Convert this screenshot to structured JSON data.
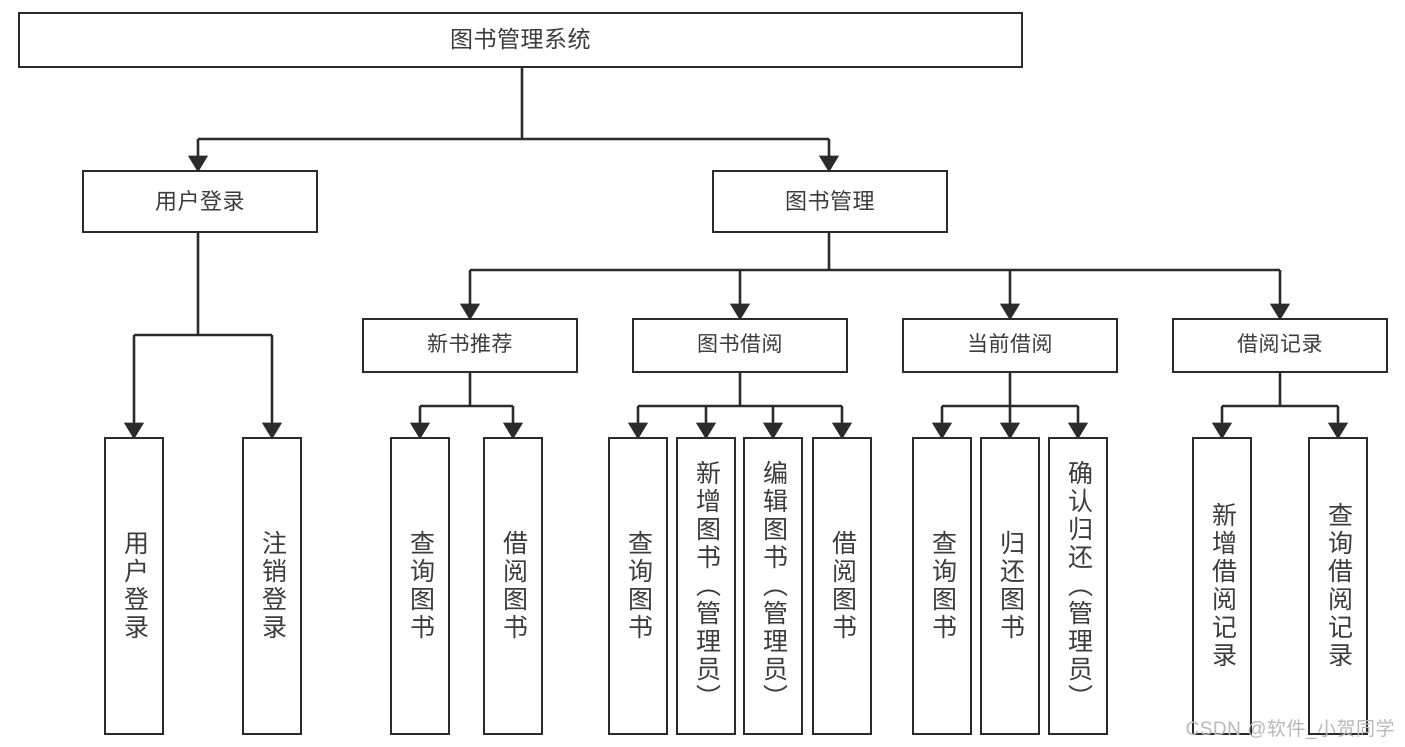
{
  "diagram": {
    "title": "图书管理系统",
    "type": "tree",
    "colors": {
      "stroke": "#2b2b2b",
      "box_fill": "#ffffff",
      "text": "#3c3c3c",
      "background": "#ffffff",
      "watermark": "#b9b9b9"
    },
    "nodes": {
      "root": {
        "label": "图书管理系统"
      },
      "level1": [
        {
          "label": "用户登录"
        },
        {
          "label": "图书管理"
        }
      ],
      "level2": [
        {
          "label": "新书推荐"
        },
        {
          "label": "图书借阅"
        },
        {
          "label": "当前借阅"
        },
        {
          "label": "借阅记录"
        }
      ],
      "leaves": {
        "user_login": [
          {
            "label": "用户登录"
          },
          {
            "label": "注销登录"
          }
        ],
        "new_book_recommend": [
          {
            "label": "查询图书"
          },
          {
            "label": "借阅图书"
          }
        ],
        "book_borrow": [
          {
            "label": "查询图书"
          },
          {
            "label": "新增图书（管理员）"
          },
          {
            "label": "编辑图书（管理员）"
          },
          {
            "label": "借阅图书"
          }
        ],
        "current_borrow": [
          {
            "label": "查询图书"
          },
          {
            "label": "归还图书"
          },
          {
            "label": "确认归还（管理员）"
          }
        ],
        "borrow_record": [
          {
            "label": "新增借阅记录"
          },
          {
            "label": "查询借阅记录"
          }
        ]
      }
    }
  },
  "watermark": {
    "text": "CSDN @软件_小贺同学"
  }
}
